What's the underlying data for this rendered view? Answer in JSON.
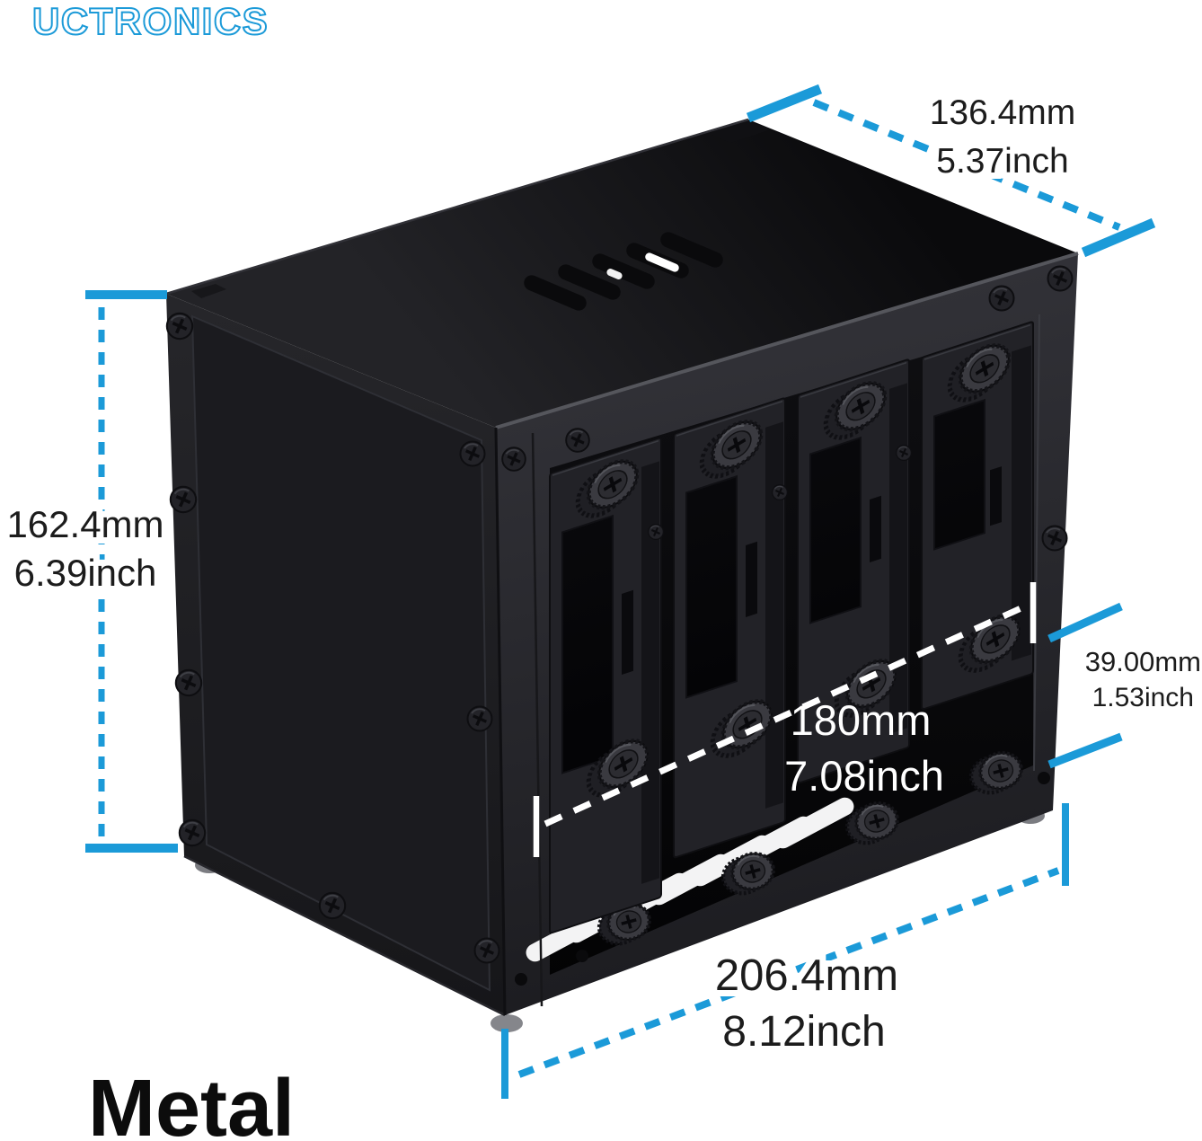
{
  "brand": {
    "logo_text": "UCTRONICS"
  },
  "material_label": "Metal",
  "colors": {
    "accent_blue": "#1b9ad8",
    "case_black": "#1b1b1f",
    "text_black": "#1c1c1c",
    "dimension_white": "#ffffff",
    "feet_gray": "#84858a"
  },
  "dimensions": {
    "top_depth": {
      "mm": "136.4mm",
      "inch": "5.37inch"
    },
    "height": {
      "mm": "162.4mm",
      "inch": "6.39inch"
    },
    "front_width": {
      "mm": "180mm",
      "inch": "7.08inch"
    },
    "bay_opening_height": {
      "mm": "39.00mm",
      "inch": "1.53inch"
    },
    "base_width": {
      "mm": "206.4mm",
      "inch": "8.12inch"
    }
  }
}
